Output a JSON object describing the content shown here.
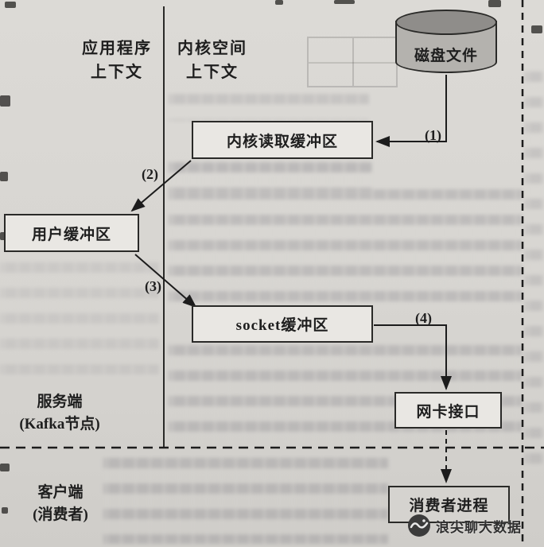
{
  "colors": {
    "paper": "#d7d5d1",
    "ink": "#1e1e1e",
    "box_fill": "#e9e7e3",
    "consumer_box_fill": "#d5d3cf",
    "disk_top": "#8f8d8a",
    "disk_body": "#b4b2ae"
  },
  "contexts": {
    "app": {
      "line1": "应用程序",
      "line2": "上下文"
    },
    "kernel": {
      "line1": "内核空间",
      "line2": "上下文"
    }
  },
  "nodes": {
    "disk": {
      "label": "磁盘文件"
    },
    "kernel_buffer": {
      "label": "内核读取缓冲区"
    },
    "user_buffer": {
      "label": "用户缓冲区"
    },
    "socket_buffer": {
      "label": "socket缓冲区"
    },
    "nic": {
      "label": "网卡接口"
    },
    "consumer": {
      "label": "消费者进程"
    }
  },
  "steps": {
    "step1": "(1)",
    "step2": "(2)",
    "step3": "(3)",
    "step4": "(4)"
  },
  "zones": {
    "server": {
      "line1": "服务端",
      "line2": "(Kafka节点)"
    },
    "client": {
      "line1": "客户端",
      "line2": "(消费者)"
    }
  },
  "watermark": {
    "text": "浪尖聊大数据"
  }
}
